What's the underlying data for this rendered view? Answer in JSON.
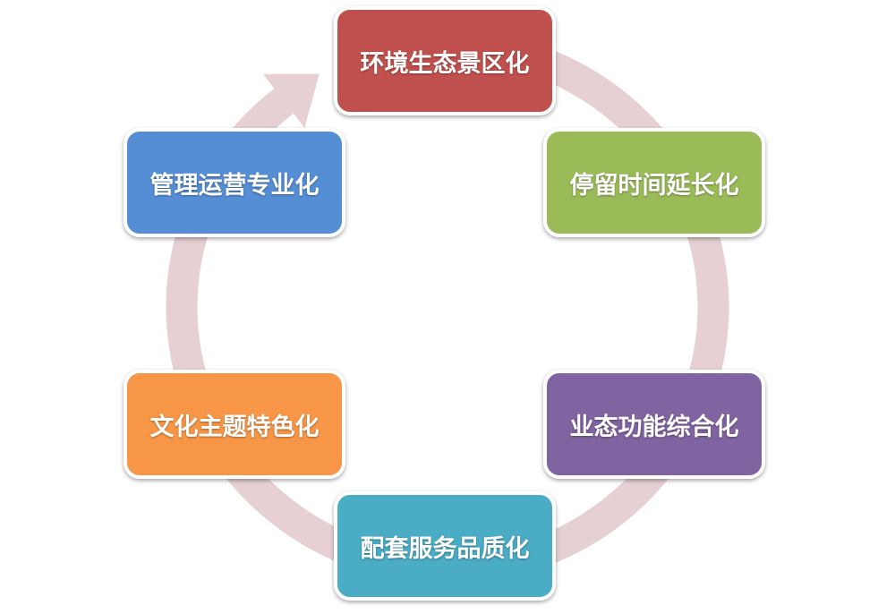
{
  "diagram": {
    "type": "cycle",
    "ring_color": "#e6d0d3",
    "steps": [
      {
        "label": "环境生态景区化",
        "color": "#c0504d"
      },
      {
        "label": "停留时间延长化",
        "color": "#9bbb59"
      },
      {
        "label": "业态功能综合化",
        "color": "#8064a2"
      },
      {
        "label": "配套服务品质化",
        "color": "#4bacc6"
      },
      {
        "label": "文化主题特色化",
        "color": "#f79646"
      },
      {
        "label": "管理运营专业化",
        "color": "#558ed5"
      }
    ]
  }
}
